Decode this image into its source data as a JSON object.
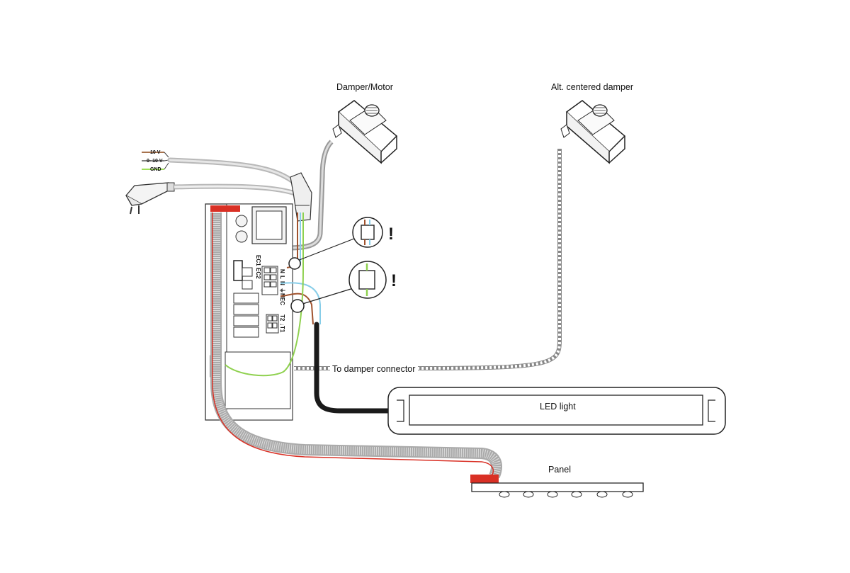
{
  "labels": {
    "damper_motor": "Damper/Motor",
    "alt_damper": "Alt. centered damper",
    "to_damper_connector": "To damper connector",
    "led_light": "LED light",
    "panel": "Panel"
  },
  "signal_wires": [
    {
      "label": "10 V",
      "color": "#8b4513"
    },
    {
      "label": "0- 10 V",
      "color": "#555555"
    },
    {
      "label": "GND",
      "color": "#7ed321"
    }
  ],
  "pcb_labels": {
    "ec1": "EC1",
    "ec2": "EC2",
    "n1": "N",
    "l1": "L",
    "n2": "N",
    "gnd": "⏚",
    "nec": "NEC",
    "t2": "T2",
    "t1": "↓T1"
  },
  "callouts": [
    {
      "mark": "!"
    },
    {
      "mark": "!"
    }
  ],
  "colors": {
    "brown": "#a0522d",
    "blue": "#87cde8",
    "green": "#8fd14f",
    "red": "#d93025",
    "grey_cable": "#b8b8b8",
    "black_cable": "#1a1a1a"
  },
  "panel_buttons": 6
}
